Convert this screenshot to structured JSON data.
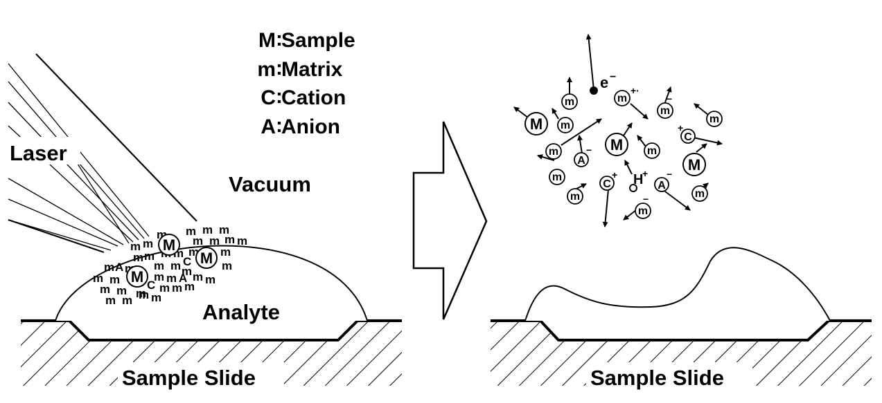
{
  "legend": [
    {
      "symbol": "M",
      "text": "Sample"
    },
    {
      "symbol": "m",
      "text": "Matrix"
    },
    {
      "symbol": "C",
      "text": "Cation"
    },
    {
      "symbol": "A",
      "text": "Anion"
    }
  ],
  "labels": {
    "laser": "Laser",
    "vacuum": "Vacuum",
    "analyte": "Analyte",
    "slide_left": "Sample Slide",
    "slide_right": "Sample Slide",
    "electron": "e",
    "electron_charge": "−",
    "proton": "H",
    "proton_charge": "+"
  },
  "glyphs": {
    "sample": "M",
    "matrix": "m",
    "cation": "C",
    "anion": "A",
    "plus": "+",
    "minus": "−",
    "radical_cation": "+·"
  },
  "colors": {
    "ink": "#000000",
    "paper": "#ffffff"
  }
}
